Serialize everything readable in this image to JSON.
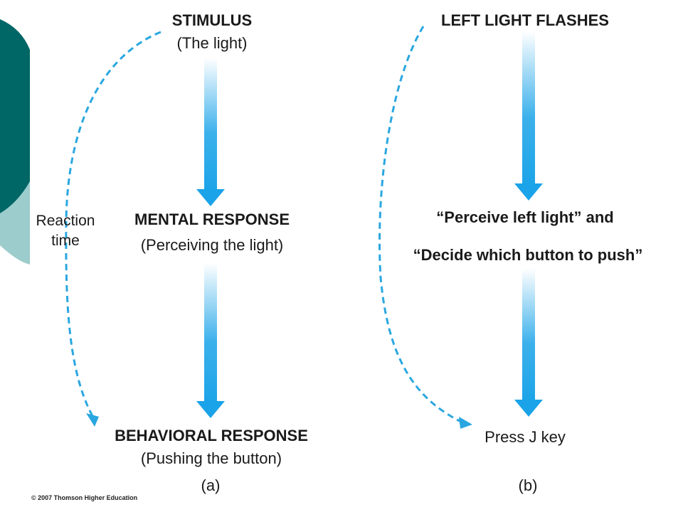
{
  "colors": {
    "teal_dark": "#006666",
    "teal_light": "#9ccccc",
    "arrow_blue": "#1aa3e8",
    "dash_blue": "#2aa7e0"
  },
  "panel_a": {
    "stimulus_title": "STIMULUS",
    "stimulus_sub": "(The light)",
    "mental_title": "MENTAL RESPONSE",
    "mental_sub": "(Perceiving the light)",
    "behavioral_title": "BEHAVIORAL RESPONSE",
    "behavioral_sub": "(Pushing the button)",
    "reaction_line1": "Reaction",
    "reaction_line2": "time",
    "caption": "(a)"
  },
  "panel_b": {
    "top": "LEFT LIGHT FLASHES",
    "middle_line1": "“Perceive left light” and",
    "middle_line2": "“Decide which button to push”",
    "bottom": "Press J key",
    "caption": "(b)"
  },
  "footer": "© 2007 Thomson Higher Education"
}
